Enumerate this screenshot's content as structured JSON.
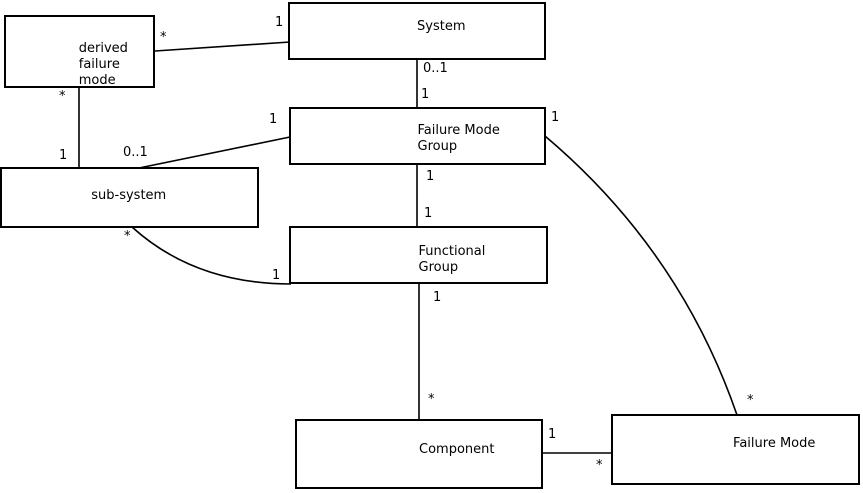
{
  "diagram": {
    "colors": {
      "background": "#ffffff",
      "line": "#000000",
      "text": "#000000"
    },
    "nodes": {
      "derived_failure_mode": {
        "lines": [
          "derived",
          "failure",
          "mode"
        ]
      },
      "system": {
        "label": "System"
      },
      "failure_mode_group": {
        "lines": [
          "Failure Mode",
          "Group"
        ]
      },
      "sub_system": {
        "label": "sub-system"
      },
      "functional_group": {
        "lines": [
          "Functional",
          "Group"
        ]
      },
      "component": {
        "label": "Component"
      },
      "failure_mode": {
        "label": "Failure Mode"
      }
    },
    "edges": [
      {
        "source": "derived failure mode",
        "target": "System",
        "source_multiplicity": "*",
        "target_multiplicity": "1"
      },
      {
        "source": "System",
        "target": "Failure Mode Group",
        "source_multiplicity": "0..1",
        "target_multiplicity": "1"
      },
      {
        "source": "derived failure mode",
        "target": "sub-system",
        "source_multiplicity": "*",
        "target_multiplicity": "1"
      },
      {
        "source": "sub-system",
        "target": "Failure Mode Group",
        "source_multiplicity": "0..1",
        "target_multiplicity": "1"
      },
      {
        "source": "Failure Mode Group",
        "target": "Functional Group",
        "source_multiplicity": "1",
        "target_multiplicity": "1"
      },
      {
        "source": "sub-system",
        "target": "Functional Group",
        "source_multiplicity": "*",
        "target_multiplicity": "1"
      },
      {
        "source": "Functional Group",
        "target": "Component",
        "source_multiplicity": "1",
        "target_multiplicity": "*"
      },
      {
        "source": "Component",
        "target": "Failure Mode",
        "source_multiplicity": "1",
        "target_multiplicity": "*"
      },
      {
        "source": "Failure Mode Group",
        "target": "Failure Mode",
        "source_multiplicity": "1",
        "target_multiplicity": "*"
      }
    ]
  }
}
